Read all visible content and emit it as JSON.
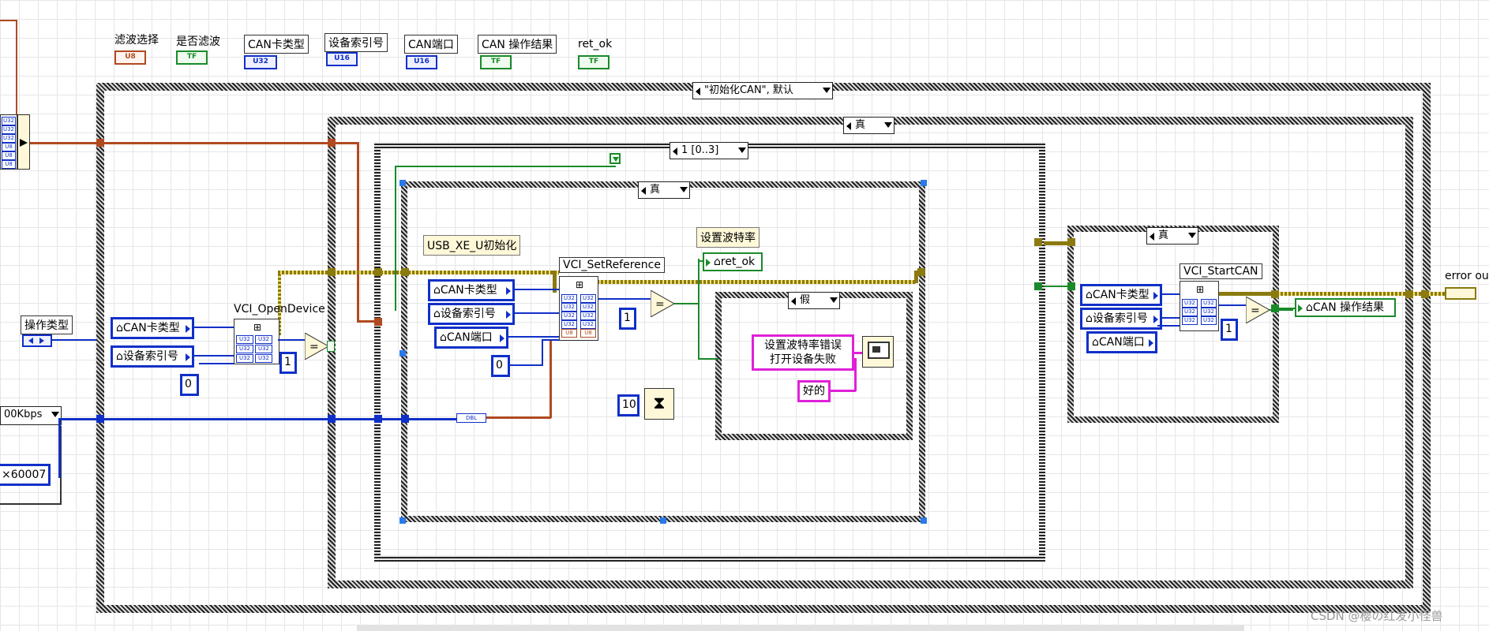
{
  "palette": {
    "int_wire": "#1030c8",
    "bool_wire": "#1a8a2a",
    "cluster_wire": "#8a7a10",
    "string_wire": "#e020d8",
    "enum_wire": "#b04a20"
  },
  "top_controls": [
    {
      "label": "滤波选择",
      "terminal": "U8"
    },
    {
      "label": "是否滤波",
      "terminal": "TF"
    },
    {
      "label": "CAN卡类型",
      "terminal": "U32"
    },
    {
      "label": "设备索引号",
      "terminal": "U16"
    },
    {
      "label": "CAN端口",
      "terminal": "U16"
    },
    {
      "label": "CAN 操作结果",
      "terminal": "TF"
    },
    {
      "label": "ret_ok",
      "terminal": "TF"
    }
  ],
  "left_panel": {
    "op_type_label": "操作类型",
    "baud_selector": "00Kbps",
    "hex_value": "×60007"
  },
  "outer_case": {
    "selector": "\"初始化CAN\", 默认"
  },
  "true_case_1": {
    "selector": "真"
  },
  "sequence": {
    "selector": "1 [0..3]"
  },
  "inner_true_case": {
    "selector": "真"
  },
  "false_case": {
    "selector": "假"
  },
  "right_true_case": {
    "selector": "真"
  },
  "nodes": {
    "open_device": "VCI_OpenDevice",
    "set_reference": "VCI_SetReference",
    "start_can": "VCI_StartCAN"
  },
  "labels": {
    "usb_init": "USB_XE_U初始化",
    "set_baud": "设置波特率",
    "error_out": "error ou",
    "watermark": "CSDN @樱の红发小怪兽"
  },
  "constants": {
    "zero": "0",
    "one": "1",
    "ten": "10"
  },
  "refs": {
    "can_type": "CAN卡类型",
    "dev_index": "设备索引号",
    "can_port": "CAN端口",
    "ret_ok": "ret_ok",
    "can_result": "CAN 操作结果"
  },
  "dialog": {
    "message_line1": "设置波特率错误",
    "message_line2": "打开设备失败",
    "button": "好的"
  },
  "terminal_codes": {
    "u32": "U32",
    "u8": "U8",
    "dbl": "DBL",
    "eq": "="
  }
}
